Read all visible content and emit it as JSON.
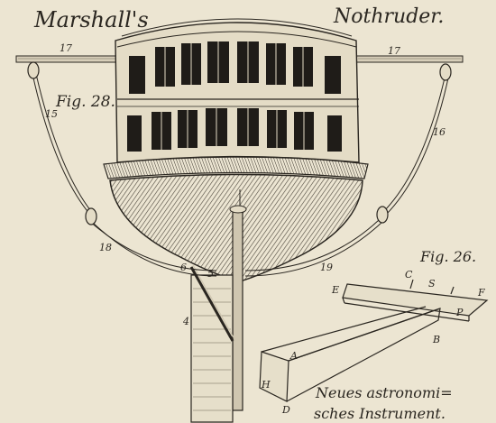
{
  "plate": {
    "title_left": "Marshall's",
    "title_right": "Nothruder.",
    "fig28_label": "Fig. 28.",
    "fig26_label": "Fig. 26.",
    "caption_line1": "Neues astronomi=",
    "caption_line2": "sches Instrument."
  },
  "labels": {
    "n17_left": "17",
    "n17_right": "17",
    "n15": "15",
    "n16": "16",
    "n18": "18",
    "n19": "19",
    "n4": "4",
    "n5": "5",
    "n6": "6",
    "C": "C",
    "S": "S",
    "F": "F",
    "E": "E",
    "P": "P",
    "B": "B",
    "A": "A",
    "H": "H",
    "D": "D"
  },
  "colors": {
    "paper": "#ece5d2",
    "ink": "#2a2620",
    "hatch": "#5b5347",
    "window": "#1f1c18"
  }
}
